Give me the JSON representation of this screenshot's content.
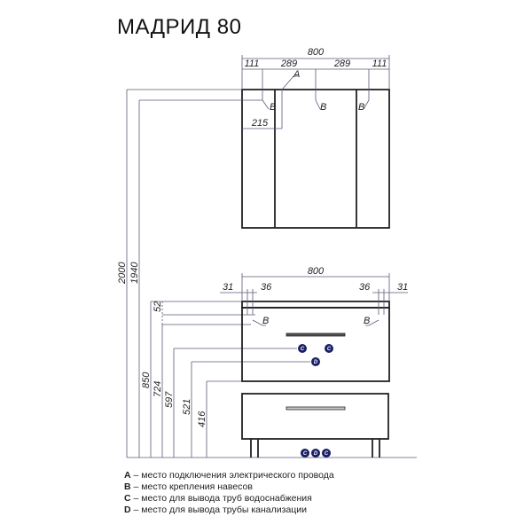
{
  "title": "МАДРИД 80",
  "mirror_cabinet": {
    "width": "800",
    "segments": [
      "111",
      "289",
      "289",
      "111"
    ],
    "outlet_offset": "215",
    "point_a": "A",
    "mount_points": [
      "B",
      "B",
      "B"
    ]
  },
  "vanity": {
    "width": "800",
    "side_offsets": [
      "31",
      "36",
      "36",
      "31"
    ],
    "mount_points": [
      "B",
      "B"
    ],
    "water_points": [
      "C",
      "C"
    ],
    "drain_point": "D",
    "bottom_points": [
      "C",
      "D",
      "C"
    ]
  },
  "heights": [
    "2000",
    "1940",
    "850",
    "52",
    "724",
    "597",
    "521",
    "416"
  ],
  "legend": [
    {
      "key": "A",
      "text": " – место подключения электрического провода"
    },
    {
      "key": "B",
      "text": " – место крепления навесов"
    },
    {
      "key": "C",
      "text": " – место для вывода труб водоснабжения"
    },
    {
      "key": "D",
      "text": " – место для вывода трубы канализации"
    }
  ]
}
